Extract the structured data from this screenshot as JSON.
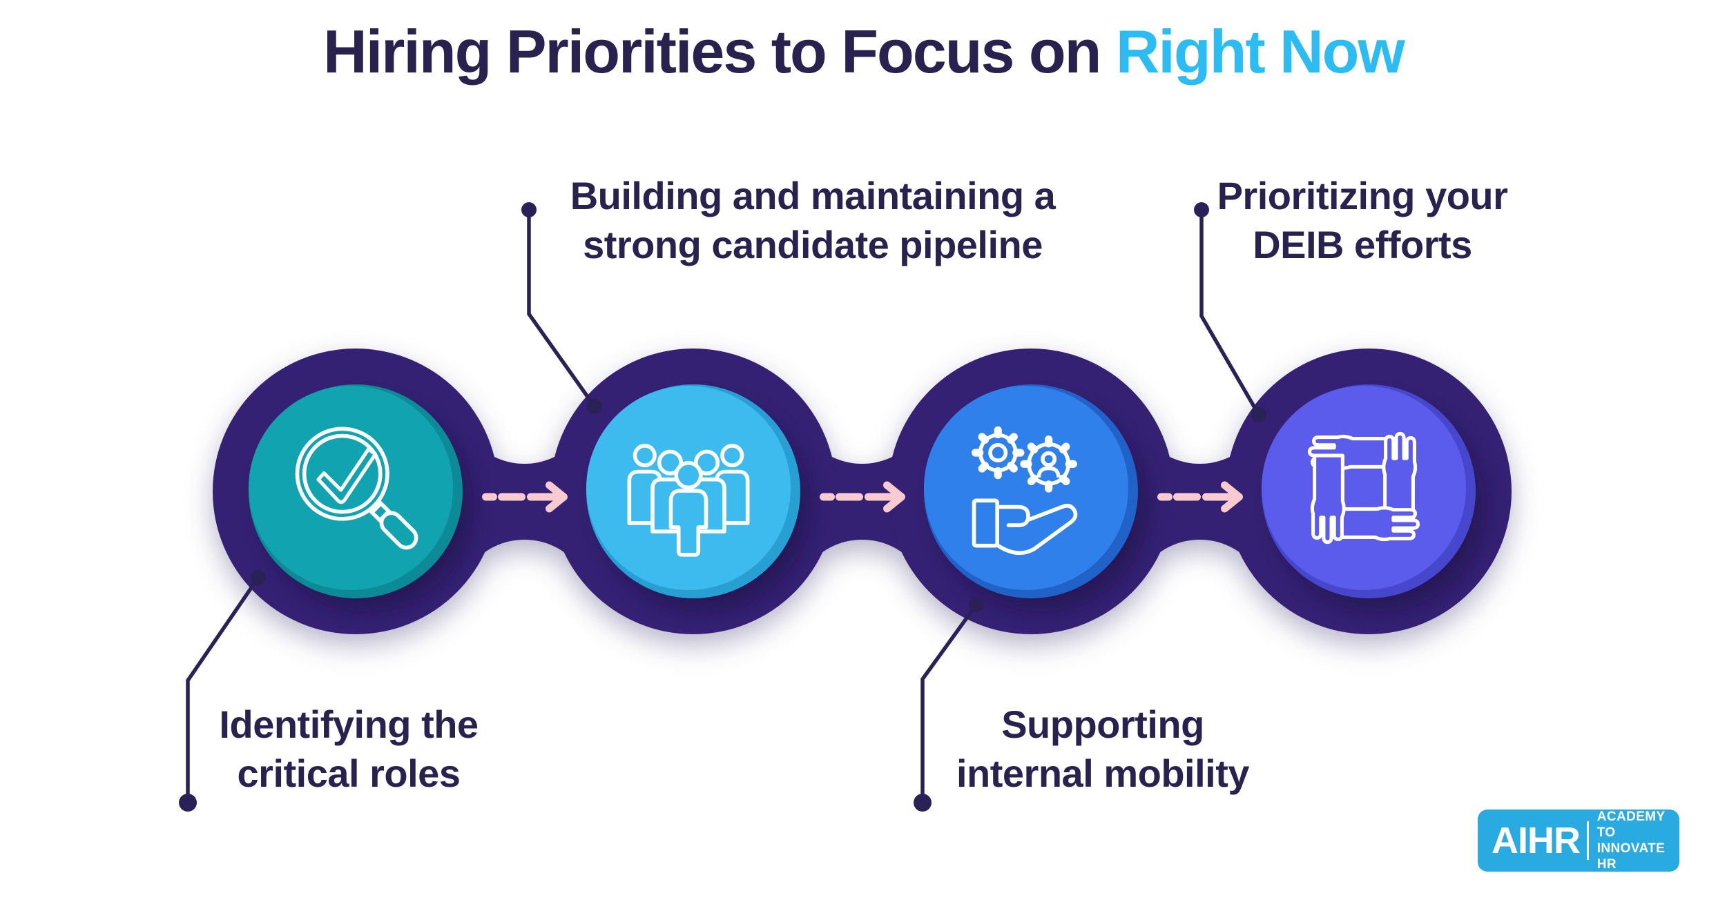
{
  "title": {
    "main": "Hiring Priorities to Focus on",
    "highlight": "Right Now"
  },
  "steps": [
    {
      "label_line1": "Identifying the",
      "label_line2": "critical roles",
      "icon": "magnifier-check-icon",
      "color": "#12A3B0",
      "shade": "#0C8A98",
      "label_position": "bottom-left"
    },
    {
      "label_line1": "Building and maintaining a",
      "label_line2": "strong candidate pipeline",
      "icon": "team-icon",
      "color": "#3DBBEE",
      "shade": "#279FD2",
      "label_position": "top"
    },
    {
      "label_line1": "Supporting",
      "label_line2": "internal mobility",
      "icon": "hand-gears-icon",
      "color": "#2F80EA",
      "shade": "#2162C9",
      "label_position": "bottom"
    },
    {
      "label_line1": "Prioritizing your",
      "label_line2": "DEIB efforts",
      "icon": "joined-hands-icon",
      "color": "#5B5BEC",
      "shade": "#4747CE",
      "label_position": "top"
    }
  ],
  "colors": {
    "background": "#FFFFFF",
    "ring_navy": "#342173",
    "title_navy": "#29224F",
    "accent_cyan": "#2CBCF2",
    "arrow_pink": "#F9CBD0",
    "connector_navy": "#2A2156",
    "icon_stroke": "#FFFFFF",
    "logo_blue": "#29ABE2"
  },
  "logo": {
    "brand": "AIHR",
    "tagline_line1": "ACADEMY TO",
    "tagline_line2": "INNOVATE HR"
  }
}
